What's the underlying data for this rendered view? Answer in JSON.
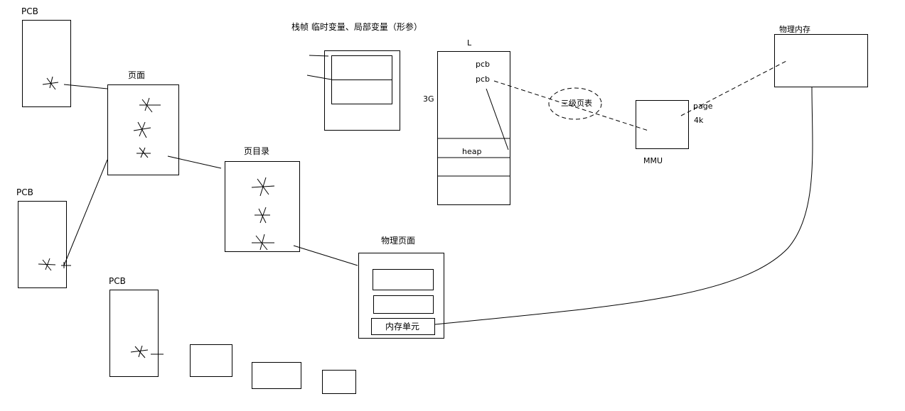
{
  "colors": {
    "ink": "#000000",
    "paper": "#ffffff"
  },
  "labels": {
    "pcb_top": "PCB",
    "pcb_mid": "PCB",
    "pcb_bottom": "PCB",
    "page_table": "页面",
    "page_directory": "页目录",
    "physical_page": "物理页面",
    "memory_cell": "内存单元",
    "stack_frame": "栈帧  临时变量、局部变量（形参）",
    "stack_top": "L",
    "three_g": "3G",
    "pcb_line1": "pcb",
    "pcb_line2": "pcb",
    "heap": "heap",
    "three_level_page_table": "三级页表",
    "mmu": "MMU",
    "page": "page",
    "four_k": "4k",
    "physical_memory": "物理内存"
  }
}
